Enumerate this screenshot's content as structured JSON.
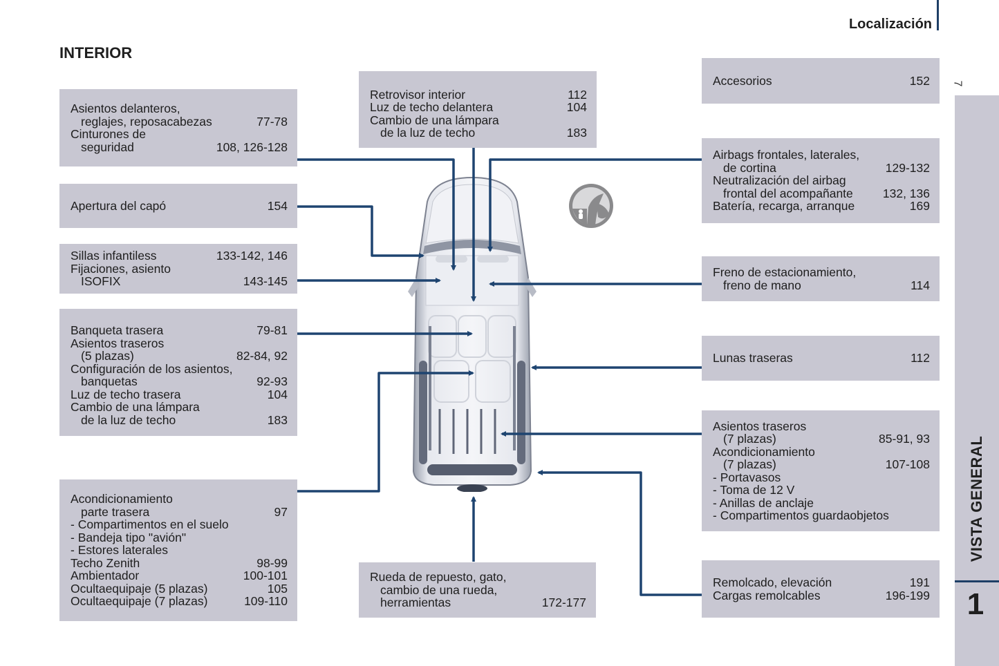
{
  "header": {
    "section": "Localización",
    "page_number": "7",
    "chapter_title": "VISTA GENERAL",
    "chapter_number": "1"
  },
  "page_title": "INTERIOR",
  "colors": {
    "box_bg": "#c8c7d2",
    "connector": "#1e4470",
    "text": "#1e1e1e",
    "icon_grey": "#8a8a8c"
  },
  "boxes": {
    "front_seats": {
      "rows": [
        {
          "label": "Asientos delanteros,",
          "page": ""
        },
        {
          "label": "reglajes, reposacabezas",
          "page": "77-78",
          "indent": true
        },
        {
          "label": "Cinturones de",
          "page": ""
        },
        {
          "label": "seguridad",
          "page": "108, 126-128",
          "indent": true
        }
      ]
    },
    "bonnet": {
      "rows": [
        {
          "label": "Apertura del capó",
          "page": "154"
        }
      ]
    },
    "child_seats": {
      "rows": [
        {
          "label": "Sillas infantiless",
          "page": "133-142, 146"
        },
        {
          "label": "Fijaciones, asiento",
          "page": ""
        },
        {
          "label": "ISOFIX",
          "page": "143-145",
          "indent": true
        }
      ]
    },
    "rear_bench": {
      "rows": [
        {
          "label": "Banqueta trasera",
          "page": "79-81"
        },
        {
          "label": "Asientos traseros",
          "page": ""
        },
        {
          "label": "(5 plazas)",
          "page": "82-84, 92",
          "indent": true
        },
        {
          "label": "Configuración de los asientos,",
          "page": ""
        },
        {
          "label": "banquetas",
          "page": "92-93",
          "indent": true
        },
        {
          "label": "Luz de techo trasera",
          "page": "104"
        },
        {
          "label": "Cambio de una lámpara",
          "page": ""
        },
        {
          "label": "de la luz de techo",
          "page": "183",
          "indent": true
        }
      ]
    },
    "rear_fittings": {
      "rows": [
        {
          "label": "Acondicionamiento",
          "page": ""
        },
        {
          "label": "parte trasera",
          "page": "97",
          "indent": true
        },
        {
          "label": "-  Compartimentos en el suelo",
          "page": ""
        },
        {
          "label": "-  Bandeja tipo \"avión\"",
          "page": ""
        },
        {
          "label": "-  Estores laterales",
          "page": ""
        },
        {
          "label": "Techo Zenith",
          "page": "98-99"
        },
        {
          "label": "Ambientador",
          "page": "100-101"
        },
        {
          "label": "Ocultaequipaje (5 plazas)",
          "page": "105"
        },
        {
          "label": "Ocultaequipaje (7 plazas)",
          "page": "109-110"
        }
      ]
    },
    "mirror_lights": {
      "rows": [
        {
          "label": "Retrovisor interior",
          "page": "112"
        },
        {
          "label": "Luz de techo delantera",
          "page": "104"
        },
        {
          "label": "Cambio de una lámpara",
          "page": ""
        },
        {
          "label": "de la luz de techo",
          "page": "183",
          "indent": true
        }
      ]
    },
    "spare_wheel": {
      "rows": [
        {
          "label": "Rueda de repuesto, gato,",
          "page": ""
        },
        {
          "label": "cambio de una rueda,",
          "page": "",
          "indent": true
        },
        {
          "label": "herramientas",
          "page": "172-177",
          "indent": true
        }
      ]
    },
    "accessories": {
      "rows": [
        {
          "label": "Accesorios",
          "page": "152"
        }
      ]
    },
    "airbags": {
      "rows": [
        {
          "label": "Airbags frontales, laterales,",
          "page": ""
        },
        {
          "label": "de cortina",
          "page": "129-132",
          "indent": true
        },
        {
          "label": "Neutralización del airbag",
          "page": ""
        },
        {
          "label": "frontal del acompañante",
          "page": "132, 136",
          "indent": true
        },
        {
          "label": "Batería, recarga, arranque",
          "page": "169"
        }
      ]
    },
    "parking_brake": {
      "rows": [
        {
          "label": "Freno de estacionamiento,",
          "page": ""
        },
        {
          "label": "freno de mano",
          "page": "114",
          "indent": true
        }
      ]
    },
    "rear_windows": {
      "rows": [
        {
          "label": "Lunas traseras",
          "page": "112"
        }
      ]
    },
    "rear_seats_7": {
      "rows": [
        {
          "label": "Asientos traseros",
          "page": ""
        },
        {
          "label": "(7 plazas)",
          "page": "85-91, 93",
          "indent": true
        },
        {
          "label": "Acondicionamiento",
          "page": ""
        },
        {
          "label": "(7 plazas)",
          "page": "107-108",
          "indent": true
        },
        {
          "label": "-  Portavasos",
          "page": ""
        },
        {
          "label": "-  Toma de 12 V",
          "page": ""
        },
        {
          "label": "-  Anillas de anclaje",
          "page": ""
        },
        {
          "label": "-  Compartimentos guardaobjetos",
          "page": ""
        }
      ]
    },
    "towing": {
      "rows": [
        {
          "label": "Remolcado, elevación",
          "page": "191"
        },
        {
          "label": "Cargas remolcables",
          "page": "196-199"
        }
      ]
    }
  },
  "icons": {
    "car": "car-top-view-icon",
    "airbag_disable": "airbag-warning-icon"
  }
}
